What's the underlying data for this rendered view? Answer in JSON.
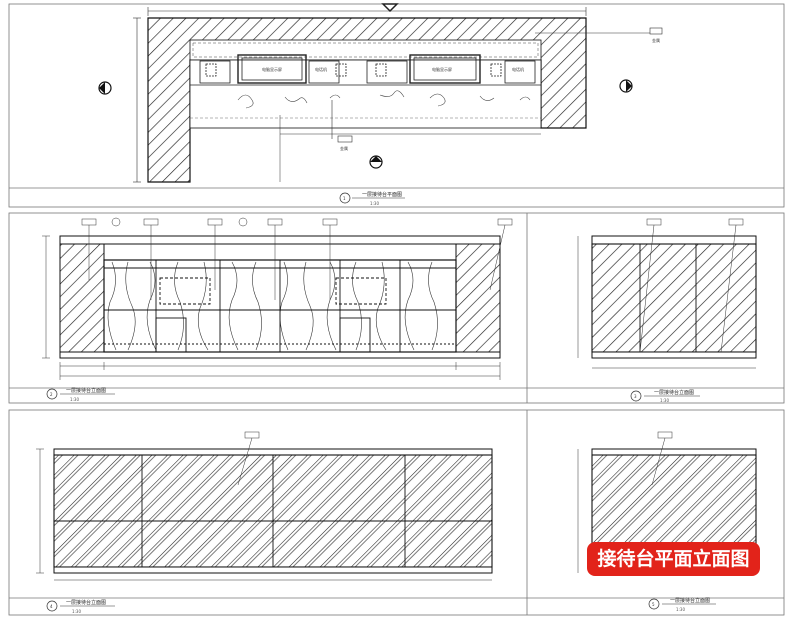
{
  "badge": {
    "text": "接待台平面立面图",
    "color": "#e2231a"
  },
  "views": {
    "plan": {
      "number": "1",
      "title": "一层接待台平面图",
      "scale": "1:30"
    },
    "elev_a": {
      "number": "2",
      "title": "一层接待台立面图",
      "scale": "1:30"
    },
    "elev_b": {
      "number": "3",
      "title": "一层接待台立面图",
      "scale": "1:30"
    },
    "elev_c": {
      "number": "4",
      "title": "一层接待台立面图",
      "scale": "1:30"
    },
    "elev_d": {
      "number": "5",
      "title": "一层接待台立面图",
      "scale": "1:30"
    }
  },
  "plan_labels": [
    "电脑显示屏",
    "电话机",
    "电脑显示屏",
    "电话机"
  ],
  "tag_text": "金属"
}
